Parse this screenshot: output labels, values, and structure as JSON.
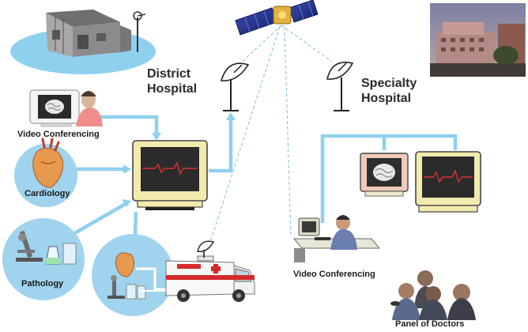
{
  "labels": {
    "district_hospital_line1": "District",
    "district_hospital_line2": "Hospital",
    "specialty_hospital_line1": "Specialty",
    "specialty_hospital_line2": "Hospital",
    "video_conferencing_left": "Video Conferencing",
    "cardiology": "Cardiology",
    "pathology": "Pathology",
    "video_conferencing_right": "Video Conferencing",
    "panel_of_doctors": "Panel of Doctors"
  },
  "colors": {
    "link_blue": "#8fd0ee",
    "bubble_blue": "#9fd3ee",
    "monitor_beige": "#f3eaae",
    "screen_dark": "#2b2b2b",
    "ecg_red": "#e03030",
    "satellite_link": "#7fbfd2"
  },
  "icons": {
    "satellite": "satellite-icon",
    "dish": "satellite-dish-icon",
    "monitor": "monitor-icon",
    "heart": "heart-icon",
    "microscope": "microscope-icon",
    "ambulance": "ambulance-icon",
    "brain": "brain-icon"
  }
}
